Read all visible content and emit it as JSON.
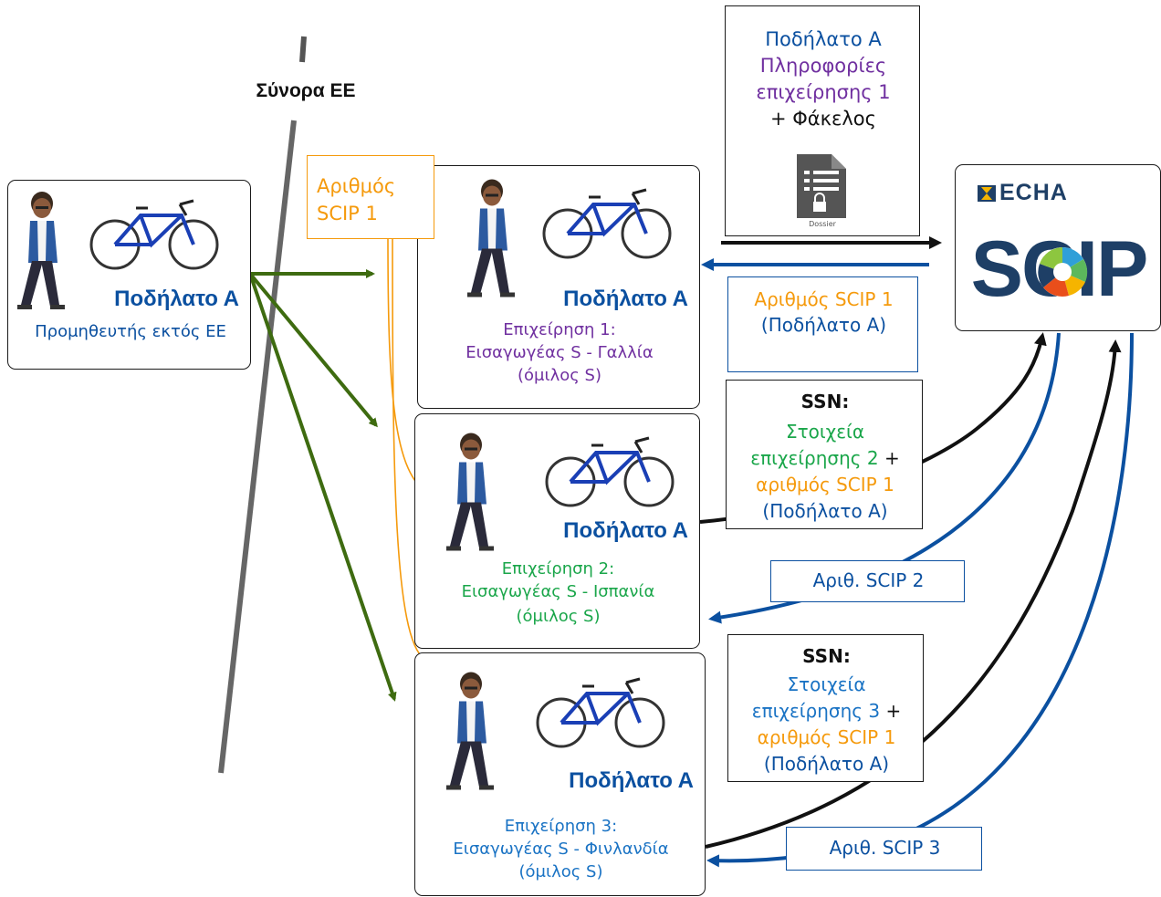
{
  "eu_border": {
    "label": "Σύνορα ΕΕ"
  },
  "supplier": {
    "product": "Ποδήλατο Α",
    "role": "Προμηθευτής εκτός ΕΕ"
  },
  "scip_number_note": {
    "text": "Αριθμός SCIP 1"
  },
  "company1": {
    "product": "Ποδήλατο Α",
    "line1": "Επιχείρηση 1:",
    "line2": "Εισαγωγέας S - Γαλλία",
    "line3": "(όμιλος S)"
  },
  "company2": {
    "product": "Ποδήλατο Α",
    "line1": "Επιχείρηση 2:",
    "line2": "Εισαγωγέας S - Ισπανία",
    "line3": "(όμιλος S)"
  },
  "company3": {
    "product": "Ποδήλατο Α",
    "line1": "Επιχείρηση 3:",
    "line2": "Εισαγωγέας S - Φινλανδία",
    "line3": "(όμιλος S)"
  },
  "submission": {
    "product": "Ποδήλατο Α",
    "info": "Πληροφορίες επιχείρησης 1",
    "dossier": "+ Φάκελος",
    "dossier_icon_label": "Dossier"
  },
  "echa": {
    "logo_text": "ECHA",
    "scip_text": "SCIP"
  },
  "scip_reply1": {
    "orange_part": "Αριθμός SCIP 1",
    "blue_part": "(Ποδήλατο Α)"
  },
  "ssn2": {
    "heading": "SSN:",
    "info": "Στοιχεία επιχείρησης 2",
    "plus": "+",
    "scip": "αριθμός SCIP 1",
    "product": "(Ποδήλατο Α)"
  },
  "scip_reply2": {
    "text": "Αριθ. SCIP 2"
  },
  "ssn3": {
    "heading": "SSN:",
    "info": "Στοιχεία επιχείρησης 3",
    "plus": "+",
    "scip": "αριθμός SCIP 1",
    "product": "(Ποδήλατο Α)"
  },
  "scip_reply3": {
    "text": "Αριθ. SCIP 3"
  },
  "colors": {
    "green_arrow": "#3e6b10",
    "orange_arrow": "#f59a0c",
    "blue_arrow": "#0b50a0",
    "black_arrow": "#111111",
    "echa_blue": "#1e3f66"
  }
}
